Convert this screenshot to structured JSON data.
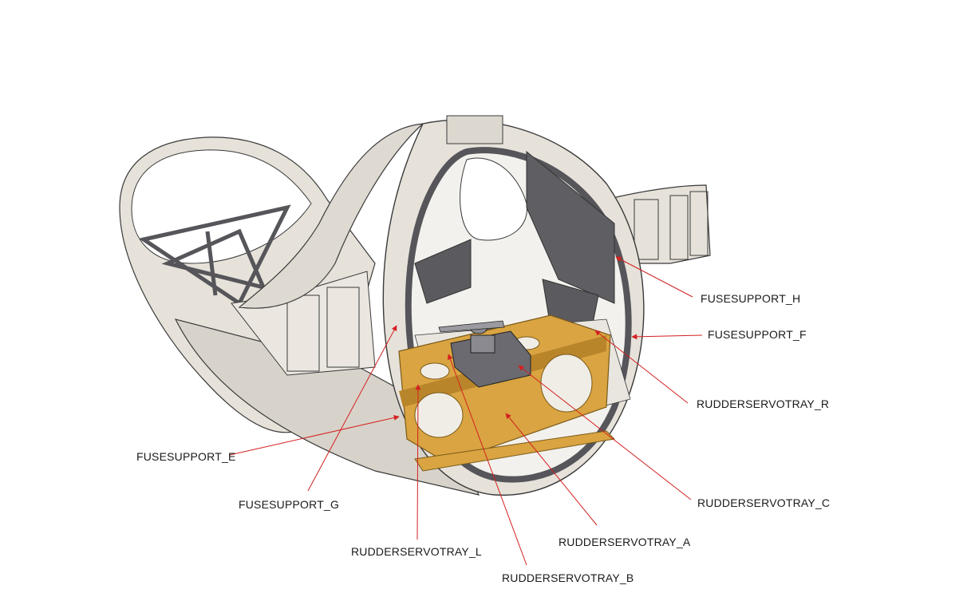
{
  "labels": {
    "fusesupport_h": "FUSESUPPORT_H",
    "fusesupport_f": "FUSESUPPORT_F",
    "rudderservotray_r": "RUDDERSERVOTRAY_R",
    "fusesupport_e": "FUSESUPPORT_E",
    "fusesupport_g": "FUSESUPPORT_G",
    "rudderservotray_c": "RUDDERSERVOTRAY_C",
    "rudderservotray_l": "RUDDERSERVOTRAY_L",
    "rudderservotray_a": "RUDDERSERVOTRAY_A",
    "rudderservotray_b": "RUDDERSERVOTRAY_B"
  },
  "colors": {
    "shell": "#e6e2da",
    "shell_shadow": "#cfcac0",
    "rib_dark": "#55555a",
    "tray": "#d9a441",
    "tray_dark": "#b9852a",
    "leader": "#d42020"
  }
}
